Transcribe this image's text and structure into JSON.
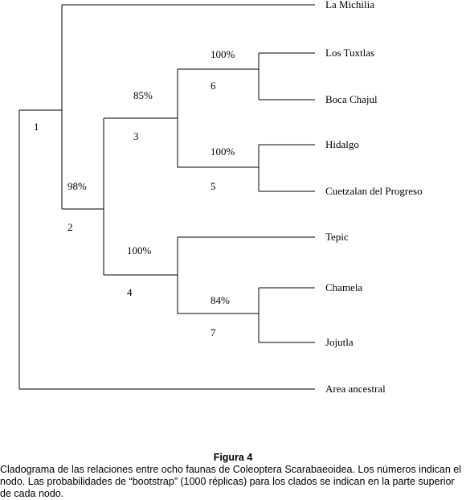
{
  "figure": {
    "title": "Figura 4",
    "caption": "Cladograma de las relaciones entre ocho faunas de Coleoptera Scarabaeoidea. Los números indican el nodo. Las probabilidades de “bootstrap” (1000 réplicas) para los clados se indican en la parte superior de cada nodo."
  },
  "tree": {
    "taxa": [
      "La Michilía",
      "Los Tuxtlas",
      "Boca Chajul",
      "Hidalgo",
      "Cuetzalan del Progreso",
      "Tepic",
      "Chamela",
      "Jojutla",
      "Area ancestral"
    ],
    "nodes": [
      {
        "number": "1",
        "bootstrap": ""
      },
      {
        "number": "2",
        "bootstrap": "98%"
      },
      {
        "number": "3",
        "bootstrap": "85%"
      },
      {
        "number": "4",
        "bootstrap": "100%"
      },
      {
        "number": "5",
        "bootstrap": "100%"
      },
      {
        "number": "6",
        "bootstrap": "100%"
      },
      {
        "number": "7",
        "bootstrap": "84%"
      }
    ]
  }
}
